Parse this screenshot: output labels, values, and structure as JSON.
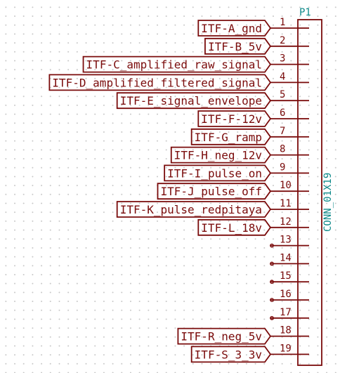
{
  "connector": {
    "reference": "P1",
    "value": "CONN_01X19"
  },
  "pins": [
    {
      "number": "1",
      "net": "ITF-A_gnd"
    },
    {
      "number": "2",
      "net": "ITF-B_5v"
    },
    {
      "number": "3",
      "net": "ITF-C_amplified_raw_signal"
    },
    {
      "number": "4",
      "net": "ITF-D_amplified_filtered_signal"
    },
    {
      "number": "5",
      "net": "ITF-E_signal_envelope"
    },
    {
      "number": "6",
      "net": "ITF-F-12v"
    },
    {
      "number": "7",
      "net": "ITF-G_ramp"
    },
    {
      "number": "8",
      "net": "ITF-H_neg_12v"
    },
    {
      "number": "9",
      "net": "ITF-I_pulse_on"
    },
    {
      "number": "10",
      "net": "ITF-J_pulse_off"
    },
    {
      "number": "11",
      "net": "ITF-K_pulse_redpitaya"
    },
    {
      "number": "12",
      "net": "ITF-L_18v"
    },
    {
      "number": "13",
      "net": ""
    },
    {
      "number": "14",
      "net": ""
    },
    {
      "number": "15",
      "net": ""
    },
    {
      "number": "16",
      "net": ""
    },
    {
      "number": "17",
      "net": ""
    },
    {
      "number": "18",
      "net": "ITF-R_neg_5v"
    },
    {
      "number": "19",
      "net": "ITF-S_3_3v"
    }
  ],
  "colors": {
    "wire": "#7a0b0b",
    "reference": "#0e8a8a"
  }
}
